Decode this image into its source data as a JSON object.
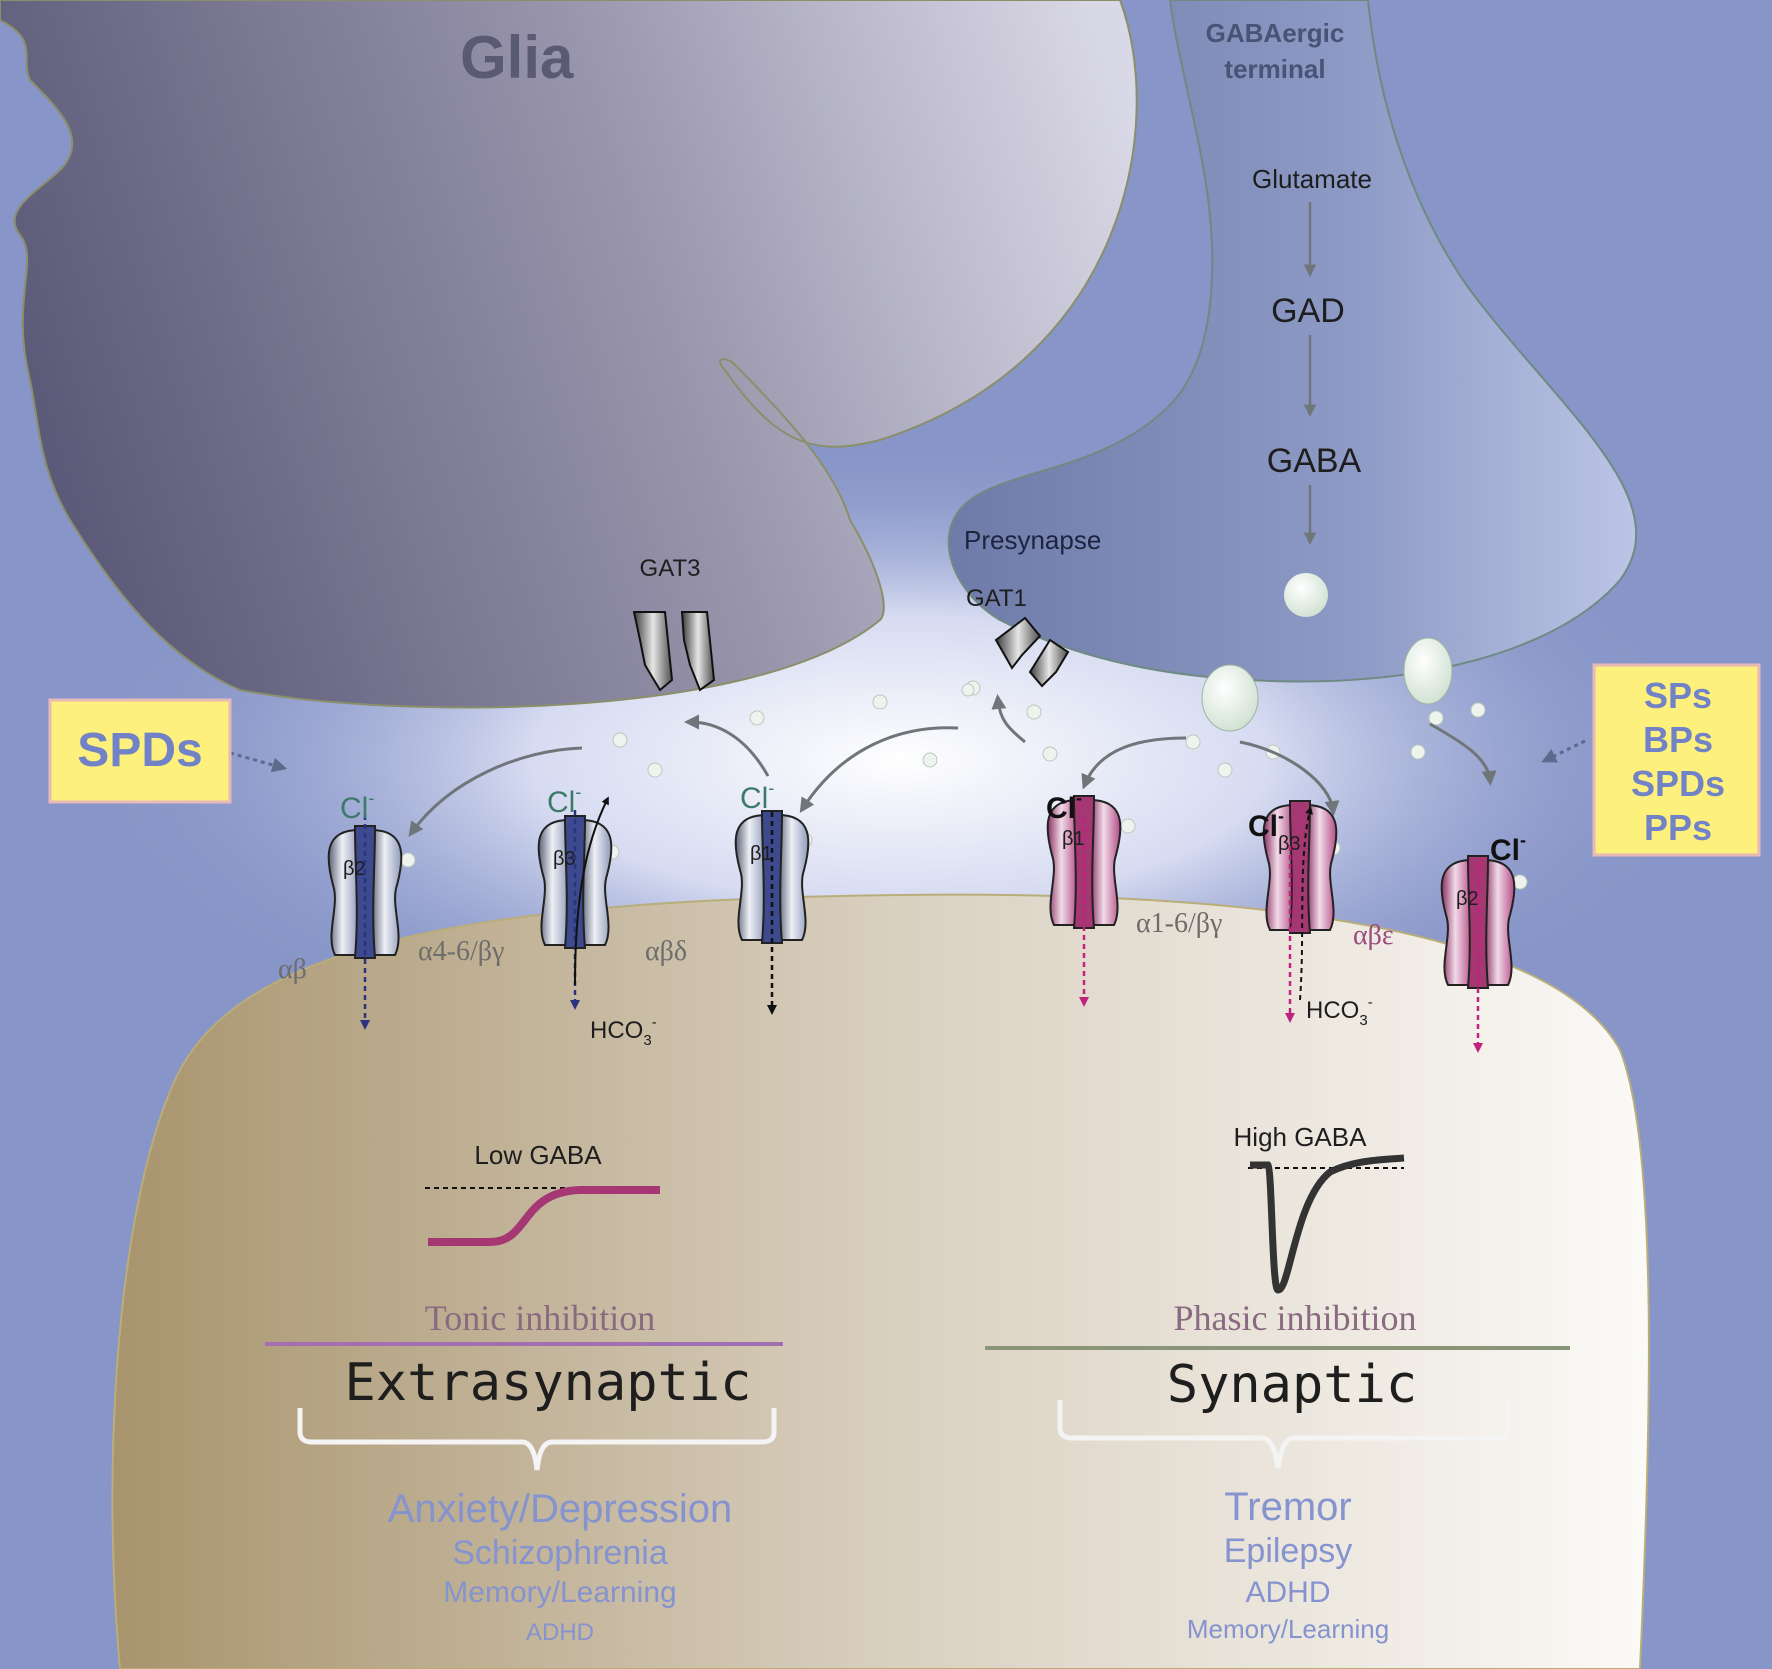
{
  "labels": {
    "glia": "Glia",
    "terminal_line1": "GABAergic",
    "terminal_line2": "terminal",
    "glutamate": "Glutamate",
    "gad": "GAD",
    "gaba": "GABA",
    "presynapse": "Presynapse",
    "gat3": "GAT3",
    "gat1": "GAT1",
    "cl": "Cl",
    "cl_sup": "-",
    "hco3": "HCO",
    "hco3_sub": "3",
    "hco3_sup": "-",
    "beta1": "β1",
    "beta2": "β2",
    "beta3": "β3",
    "ab": "αβ",
    "a46bg": "α4-6/βγ",
    "abd": "αβδ",
    "a16bg": "α1-6/βγ",
    "abe": "αβε",
    "low_gaba": "Low GABA",
    "high_gaba": "High GABA",
    "tonic": "Tonic inhibition",
    "phasic": "Phasic inhibition",
    "extrasynaptic": "Extrasynaptic",
    "synaptic": "Synaptic"
  },
  "left_drugs": "SPDs",
  "right_drugs": [
    "SPs",
    "BPs",
    "SPDs",
    "PPs"
  ],
  "left_conditions": [
    "Anxiety/Depression",
    "Schizophrenia",
    "Memory/Learning",
    "ADHD"
  ],
  "right_conditions": [
    "Tremor",
    "Epilepsy",
    "ADHD",
    "Memory/Learning"
  ],
  "colors": {
    "background": "#8795c8",
    "glia": "#6d6b86",
    "terminal": "#7a86ae",
    "postsynapse": "#b5a382",
    "extrasynaptic_receptor": "#3d4a8e",
    "synaptic_receptor": "#a53873",
    "condition_text": "#8593cf",
    "drug_box": "#fdf07d",
    "tonic_line": "#a36fb0",
    "phasic_line": "#8a9478"
  }
}
